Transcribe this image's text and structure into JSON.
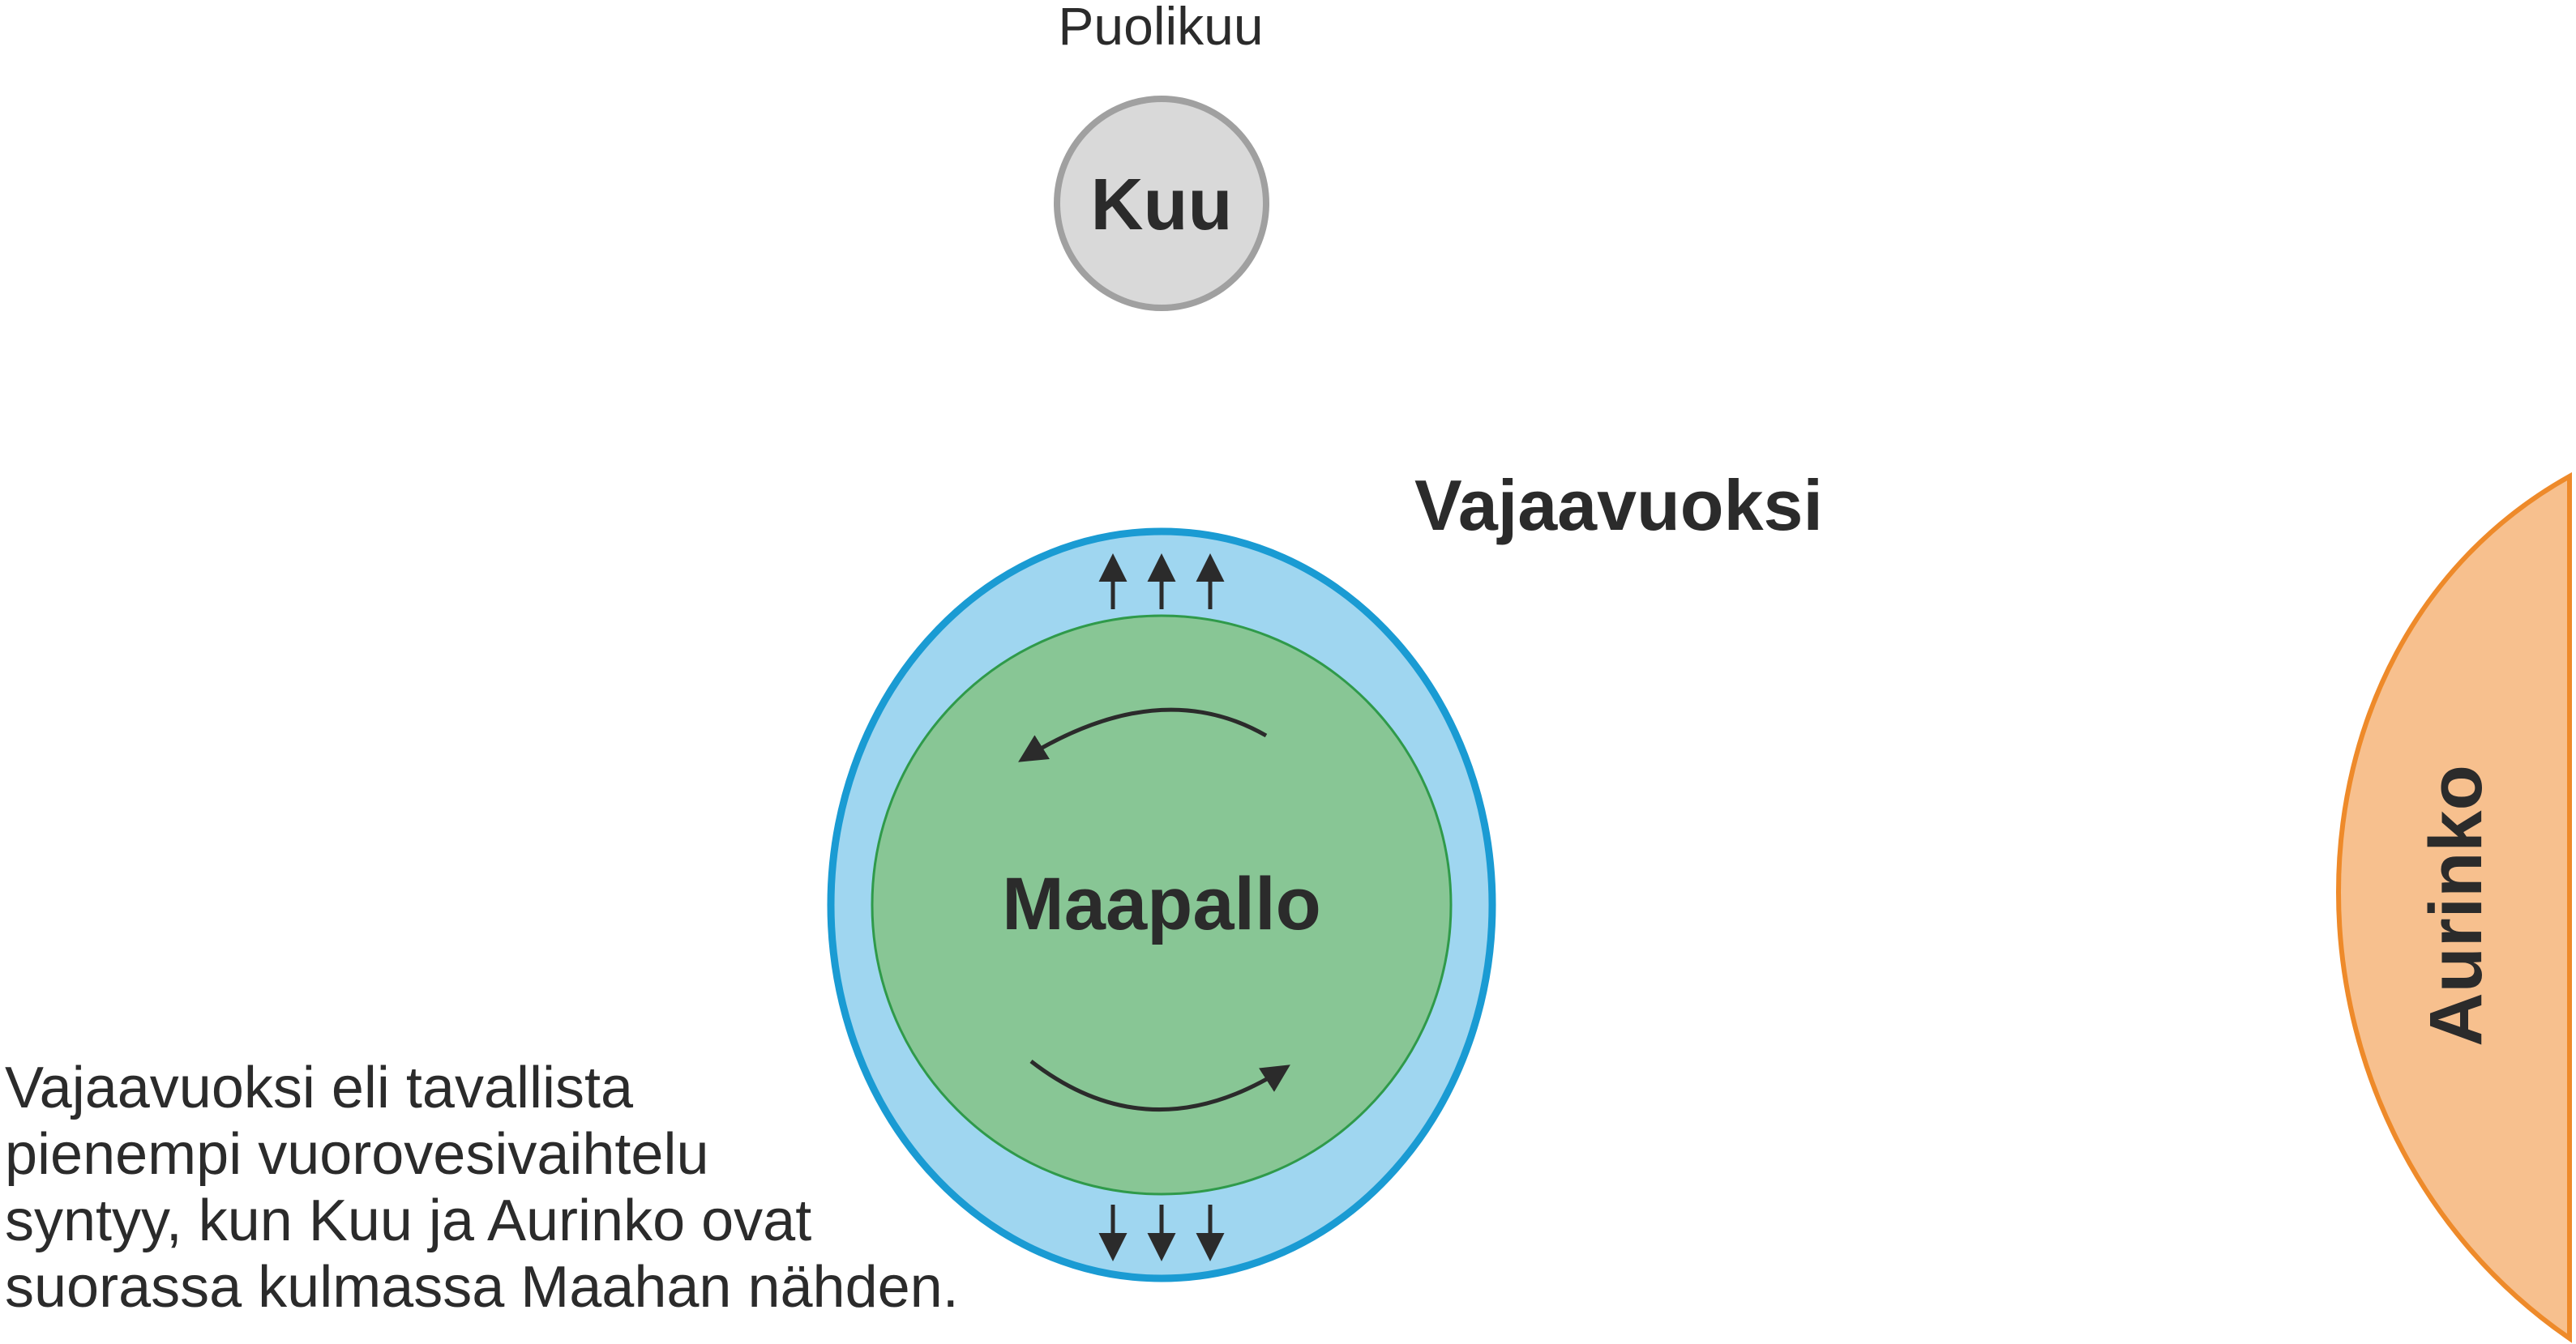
{
  "moon": {
    "phase_label": "Puolikuu",
    "label": "Kuu"
  },
  "tide_title": "Vajaavuoksi",
  "earth": {
    "label": "Maapallo"
  },
  "sun": {
    "label": "Aurinko"
  },
  "caption": "Vajaavuoksi eli tavallista\npienempi vuorovesivaihtelu\nsyntyy, kun Kuu ja Aurinko ovat\nsuorassa kulmassa Maahan nähden.",
  "colors": {
    "moon_fill": "#d9d9d9",
    "moon_stroke": "#a0a0a0",
    "water_fill": "#9fd6f0",
    "water_stroke": "#1a9bd3",
    "earth_fill": "#88c695",
    "earth_stroke": "#2f9a4a",
    "sun_fill": "#f7c08e",
    "sun_stroke": "#ee8a2a",
    "text": "#2b2b2b"
  }
}
